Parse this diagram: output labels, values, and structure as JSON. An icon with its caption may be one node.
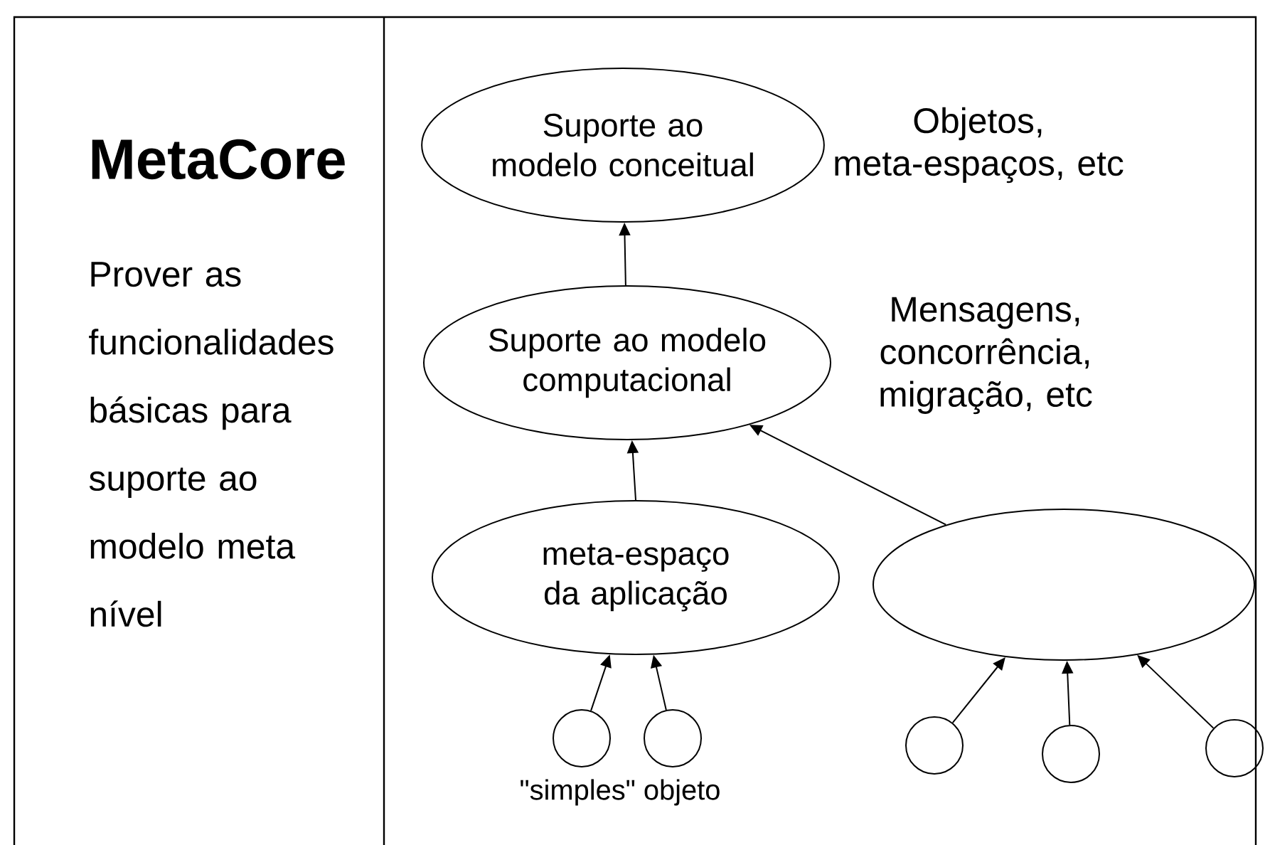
{
  "diagram": {
    "title": "MetaCore",
    "nodes": [
      {
        "text": [
          "Suporte ao modelo conceitual"
        ]
      },
      {
        "text": [
          "Suporte ao modelo computacional"
        ]
      },
      {
        "text": [
          "meta-espaço da aplicação"
        ]
      },
      {
        "text": [],
        "shape": "ellipse"
      },
      {
        "text": [],
        "shape": "circle"
      },
      {
        "text": [],
        "shape": "circle"
      },
      {
        "text": [],
        "shape": "circle"
      },
      {
        "text": [],
        "shape": "circle"
      },
      {
        "text": [],
        "shape": "circle"
      }
    ],
    "edges": [
      {
        "from": 1,
        "to": 0,
        "arrow": "to"
      },
      {
        "from": 2,
        "to": 1,
        "arrow": "to"
      },
      {
        "from": 3,
        "to": 1,
        "arrow": "to"
      },
      {
        "from": 4,
        "to": 2,
        "arrow": "to"
      },
      {
        "from": 5,
        "to": 2,
        "arrow": "to"
      },
      {
        "from": 6,
        "to": 3,
        "arrow": "to"
      },
      {
        "from": 7,
        "to": 3,
        "arrow": "to"
      },
      {
        "from": 8,
        "to": 3,
        "arrow": "to"
      }
    ],
    "labels": [
      "Prover as funcionalidades básicas para suporte ao modelo meta nível",
      "Objetos, meta-espaços, etc",
      "Mensagens, concorrência, migração, etc",
      "\"simples\" objeto"
    ]
  }
}
